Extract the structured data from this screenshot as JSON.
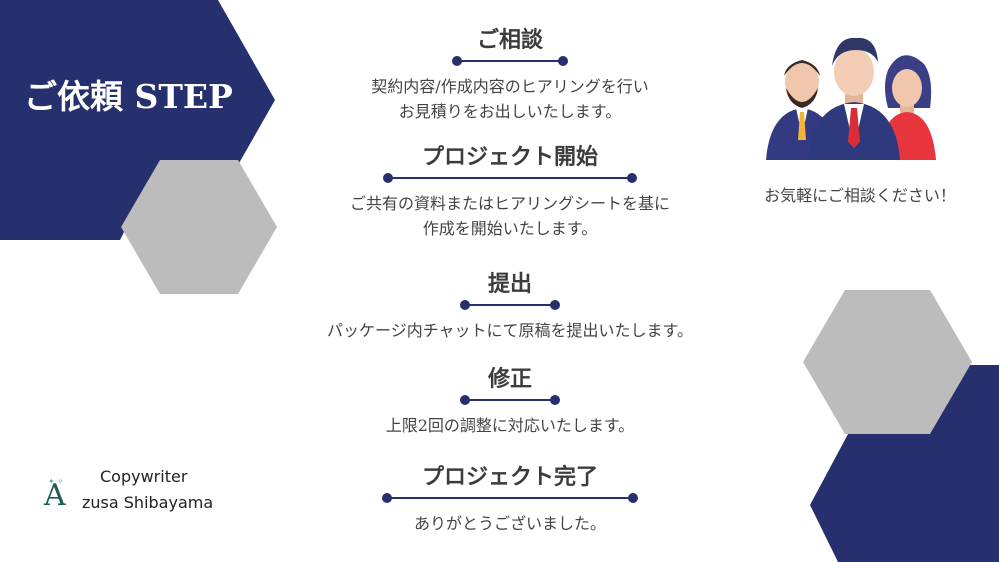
{
  "colors": {
    "navy": "#27306e",
    "gray": "#bcbcbc",
    "text": "#444444"
  },
  "header": {
    "title": "ご依頼 STEP"
  },
  "steps": [
    {
      "heading": "ご相談",
      "lines": [
        "契約内容/作成内容のヒアリングを行い",
        "お見積りをお出しいたします。"
      ]
    },
    {
      "heading": "プロジェクト開始",
      "lines": [
        "ご共有の資料またはヒアリングシートを基に",
        "作成を開始いたします。"
      ]
    },
    {
      "heading": "提出",
      "lines": [
        "パッケージ内チャットにて原稿を提出いたします。"
      ]
    },
    {
      "heading": "修正",
      "lines": [
        "上限2回の調整に対応いたします。"
      ]
    },
    {
      "heading": "プロジェクト完了",
      "lines": [
        "ありがとうございました。"
      ]
    }
  ],
  "contact": {
    "text": "お気軽にご相談ください！",
    "icon": "people-group-icon"
  },
  "logo": {
    "mark": "A",
    "top": "Copywriter",
    "bottom": "zusa  Shibayama"
  }
}
